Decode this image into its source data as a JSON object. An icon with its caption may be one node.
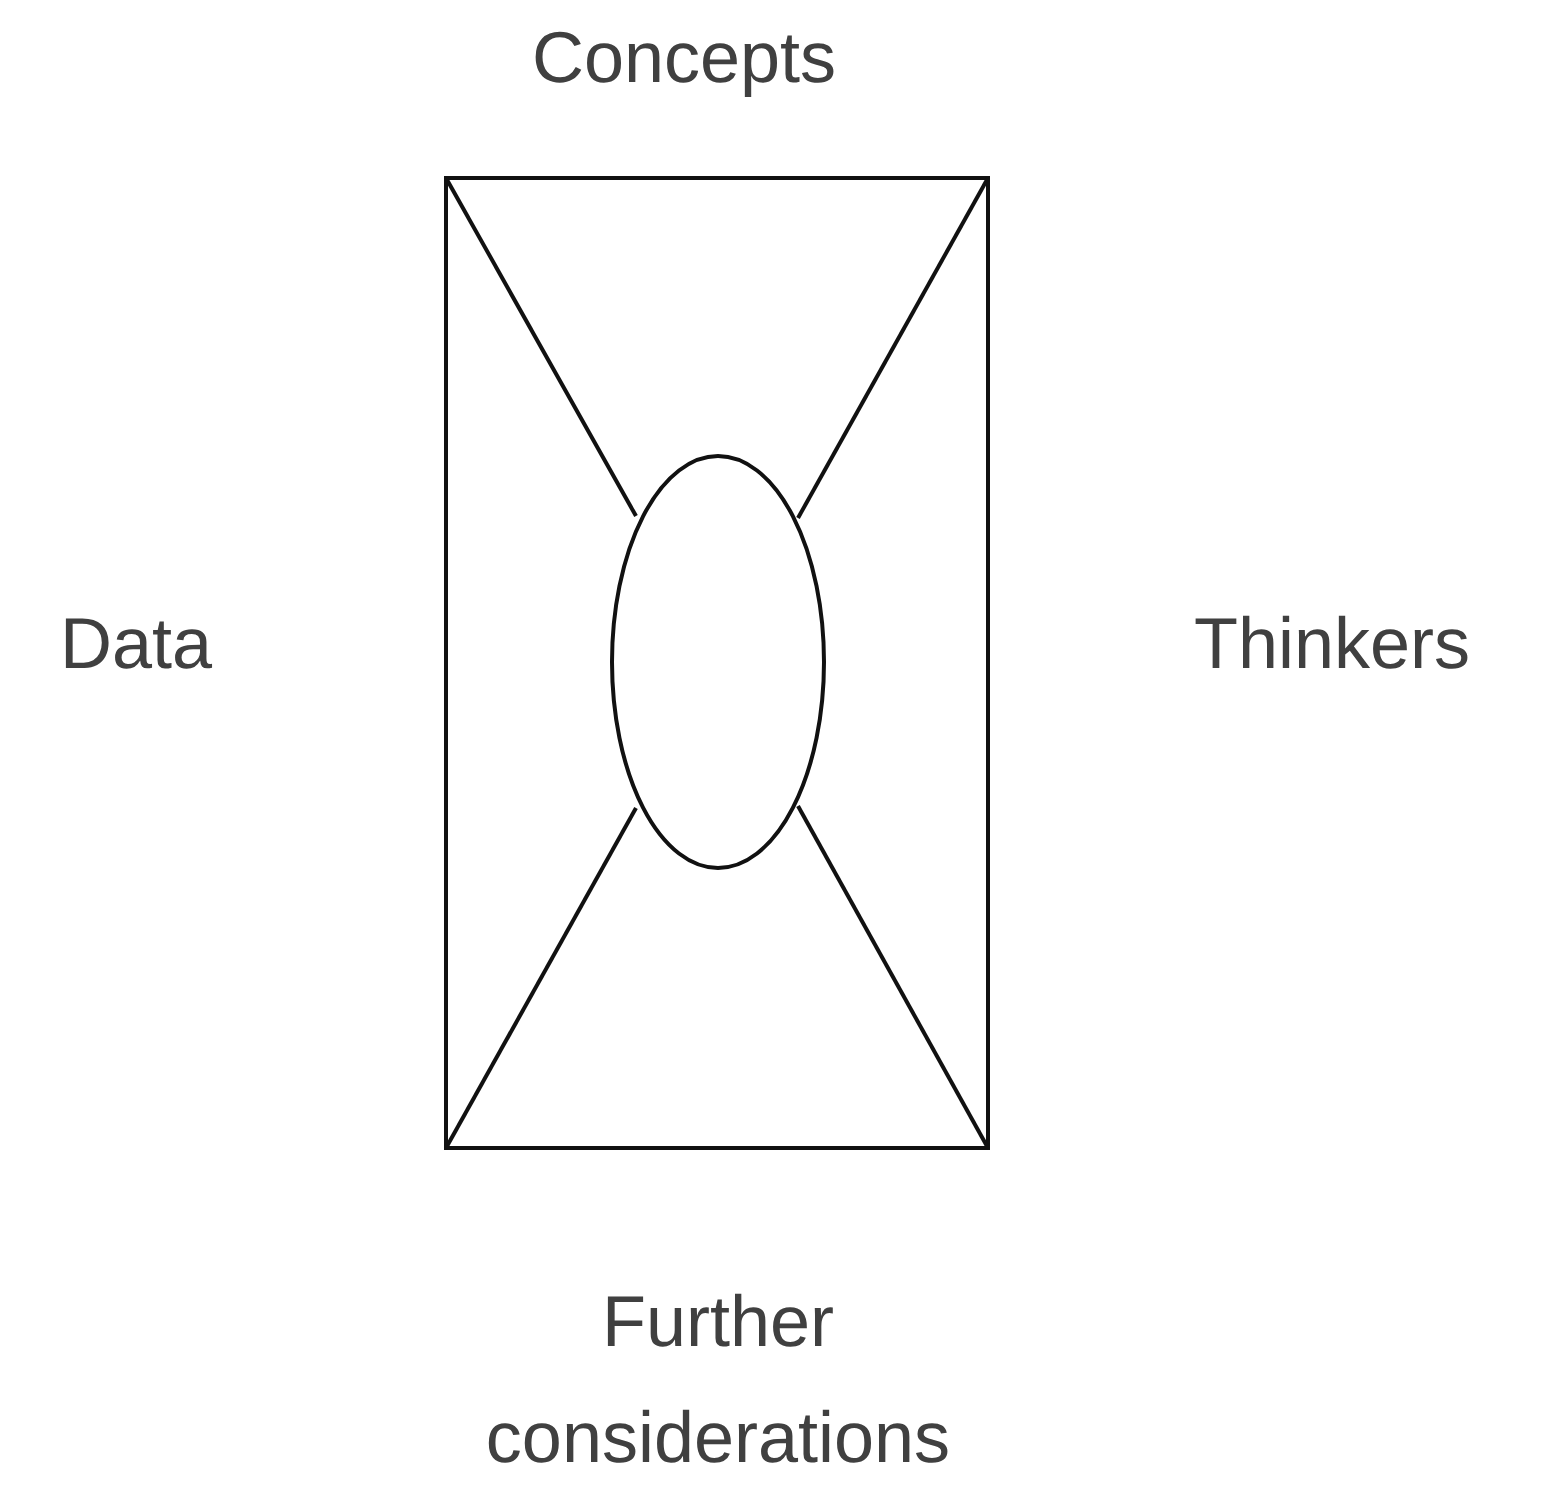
{
  "diagram": {
    "labels": [
      "Concepts",
      "Data",
      "Thinkers",
      "Further considerations"
    ]
  }
}
